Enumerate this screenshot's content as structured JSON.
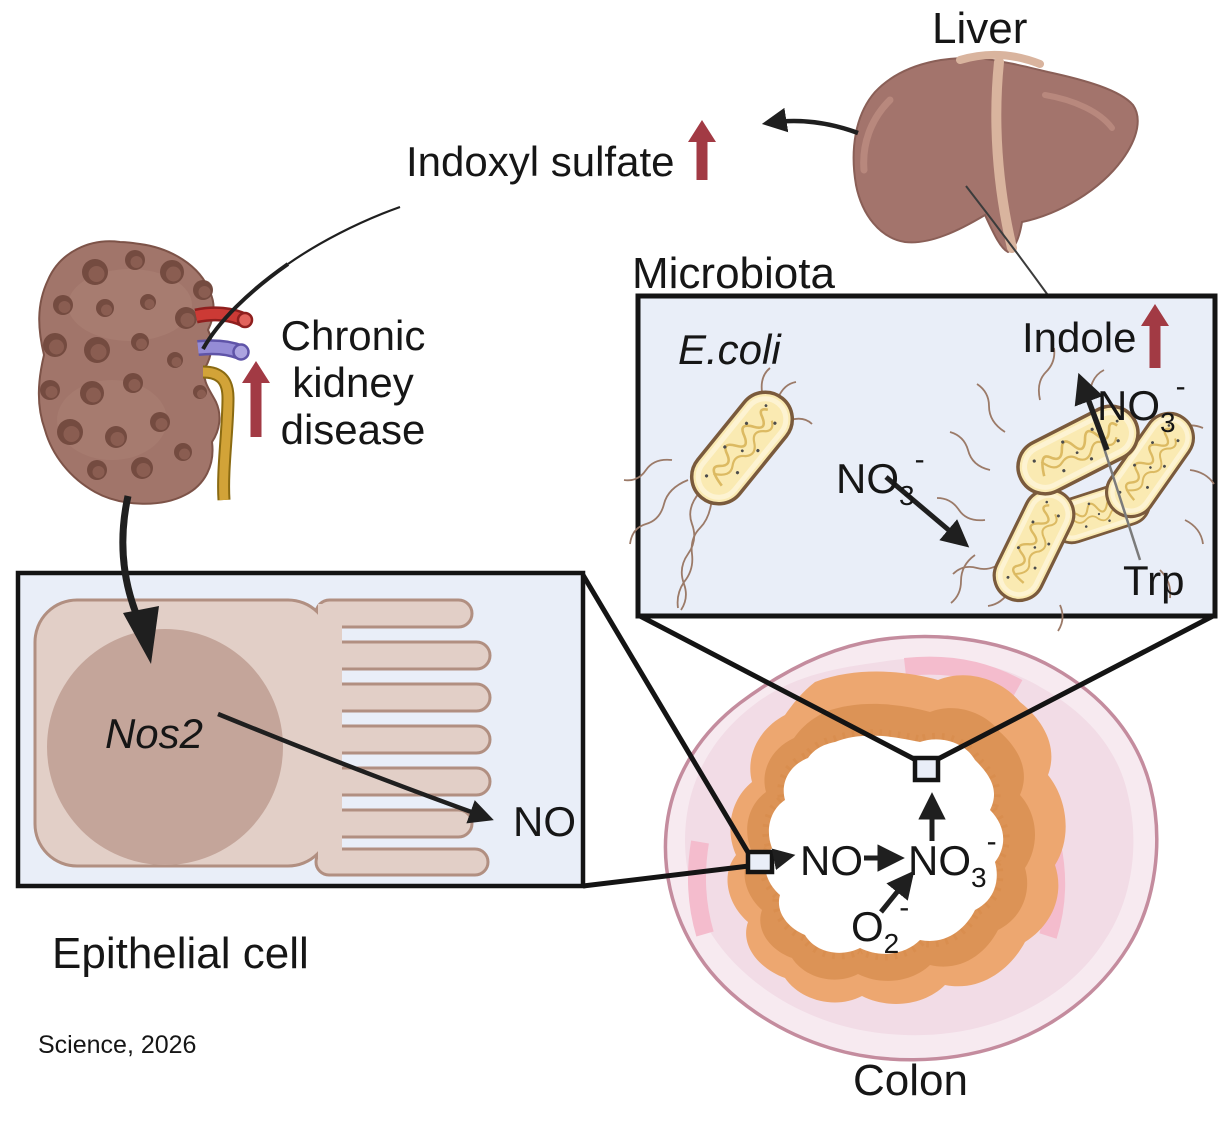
{
  "labels": {
    "liver": "Liver",
    "indoxyl_sulfate": "Indoxyl sulfate",
    "ckd_line1": "Chronic",
    "ckd_line2": "kidney",
    "ckd_line3": "disease",
    "microbiota": "Microbiota",
    "ecoli": "E.coli",
    "indole": "Indole",
    "trp": "Trp",
    "nos2": "Nos2",
    "no": "NO",
    "epithelial_cell": "Epithelial cell",
    "colon": "Colon",
    "citation": "Science, 2026"
  },
  "formulas": {
    "no3": {
      "base": "NO",
      "sub": "3",
      "sup": "-"
    },
    "o2": {
      "base": "O",
      "sub": "2",
      "sup": "-"
    }
  },
  "colors": {
    "increase_arrow_red": "#a23a44",
    "line_black": "#1f1f1f",
    "inset_box_fill": "#e9eef8",
    "inset_box_border": "#141414",
    "liver": "#a3746c",
    "liver_ligament": "#d9b49e",
    "kidney_body": "#a1756a",
    "kidney_nodule": "#744b40",
    "artery_red": "#cc3a35",
    "vein_purple": "#958cd6",
    "ureter_yellow": "#d2a338",
    "bacterium_fill": "#faeab2",
    "bacterium_outline": "#7a5a3c",
    "flagella": "#9b7a68",
    "cell_fill": "#e2cfc7",
    "cell_outline": "#b18f81",
    "nucleus": "#c4a59a",
    "colon_outer_fill": "#f7eaf0",
    "colon_outline": "#c48c9e",
    "colon_layer2": "#f2dce6",
    "colon_accent_pink": "#f4bccd",
    "colon_orange": "#eda770",
    "colon_orange_dark": "#dc9356",
    "villi_fringe": "#d98e4f",
    "lumen": "#ffffff"
  }
}
